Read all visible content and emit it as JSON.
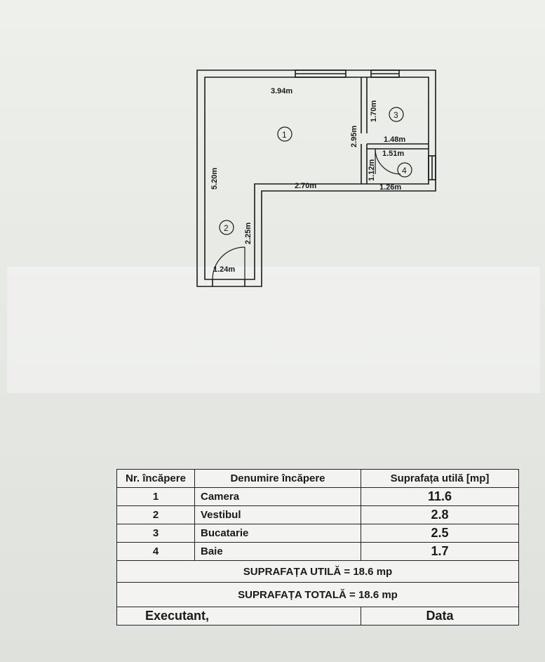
{
  "plan": {
    "dimensions": {
      "d1": "3.94m",
      "d2": "5.20m",
      "d3": "2.95m",
      "d4": "1.70m",
      "d5": "1.48m",
      "d6": "1.51m",
      "d7": "1.12m",
      "d8": "1.26m",
      "d9": "2.70m",
      "d10": "2.25m",
      "d11": "1.24m"
    },
    "room_labels": [
      "1",
      "2",
      "3",
      "4"
    ]
  },
  "table": {
    "headers": {
      "nr": "Nr. încăpere",
      "name": "Denumire încăpere",
      "area": "Suprafața utilă [mp]"
    },
    "rows": [
      {
        "nr": "1",
        "name": "Camera",
        "area": "11.6"
      },
      {
        "nr": "2",
        "name": "Vestibul",
        "area": "2.8"
      },
      {
        "nr": "3",
        "name": "Bucatarie",
        "area": "2.5"
      },
      {
        "nr": "4",
        "name": "Baie",
        "area": "1.7"
      }
    ],
    "suprafata_utila": "SUPRAFAȚA UTILĂ = 18.6 mp",
    "suprafata_totala": "SUPRAFAȚA TOTALĂ = 18.6 mp",
    "executant": "Executant,",
    "data": "Data"
  }
}
